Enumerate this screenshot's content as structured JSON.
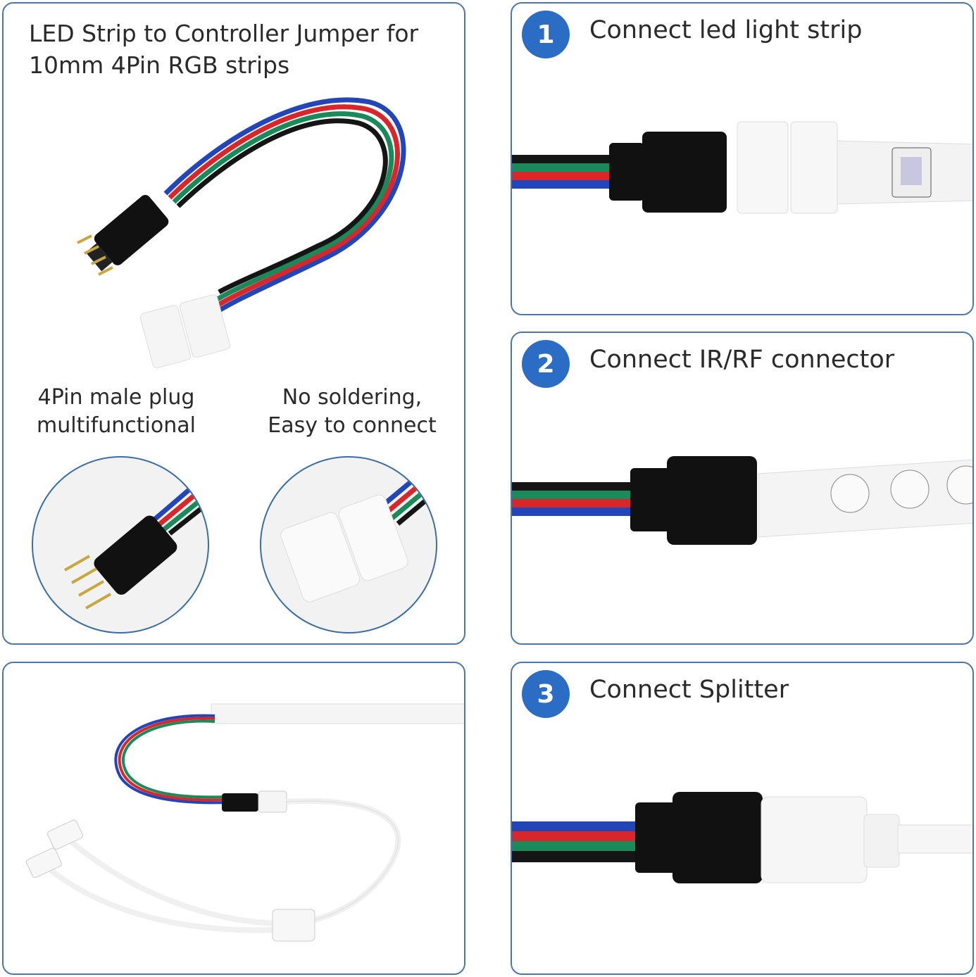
{
  "main_panel": {
    "title_line1": "LED Strip to Controller Jumper for",
    "title_line2": "10mm 4Pin RGB strips",
    "feature_left_line1": "4Pin male plug",
    "feature_left_line2": "multifunctional",
    "feature_right_line1": "No soldering,",
    "feature_right_line2": "Easy to connect"
  },
  "steps": [
    {
      "number": "1",
      "title": "Connect led light strip"
    },
    {
      "number": "2",
      "title": "Connect IR/RF connector"
    },
    {
      "number": "3",
      "title": "Connect Splitter"
    }
  ],
  "colors": {
    "accent": "#2b6cc4",
    "border": "#4a78ad",
    "wire_blue": "#2246b8",
    "wire_red": "#d8262a",
    "wire_green": "#1a8a5a",
    "wire_black": "#151515"
  }
}
